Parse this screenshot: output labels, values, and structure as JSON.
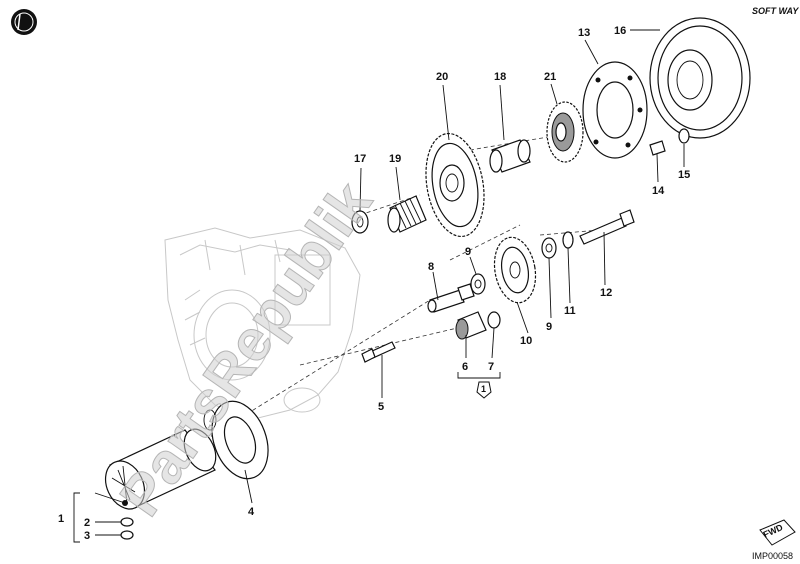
{
  "brand_mark": "SOFT WAY",
  "watermark": "PartsRepublik",
  "image_code": "IMP00058",
  "fwd_badge": "FWD",
  "group_label": "1",
  "callouts": [
    "1",
    "2",
    "3",
    "4",
    "5",
    "6",
    "7",
    "8",
    "9",
    "9",
    "10",
    "11",
    "12",
    "13",
    "14",
    "15",
    "16",
    "17",
    "18",
    "19",
    "20",
    "21"
  ]
}
